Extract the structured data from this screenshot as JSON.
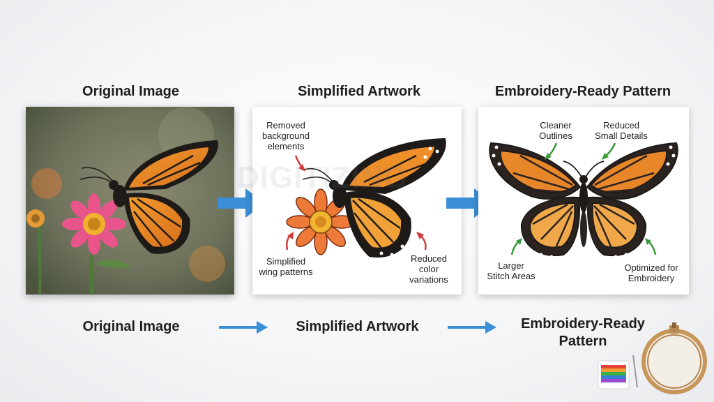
{
  "titles": {
    "original": "Original Image",
    "simplified": "Simplified Artwork",
    "embroidery": "Embroidery-Ready Pattern"
  },
  "simplified_annotations": {
    "removed_bg": "Removed\nbackground\nelements",
    "wing_patterns": "Simplified\nwing patterns",
    "color_variations": "Reduced\ncolor\nvariations"
  },
  "embroidery_annotations": {
    "cleaner_outlines": "Cleaner\nOutlines",
    "small_details": "Reduced\nSmall Details",
    "stitch_areas": "Larger\nStitch Areas",
    "optimized": "Optimized for\nEmbroidery"
  },
  "bottom_labels": {
    "original": "Original Image",
    "simplified": "Simplified Artwork",
    "embroidery": "Embroidery-Ready\nPattern"
  },
  "watermark": "DIGITIZING",
  "colors": {
    "arrow_blue": "#3b8fd6",
    "annotation_red": "#d23a3a",
    "annotation_green": "#3a9a3a",
    "wing_orange": "#e8862a",
    "wing_black": "#1e1a18"
  }
}
